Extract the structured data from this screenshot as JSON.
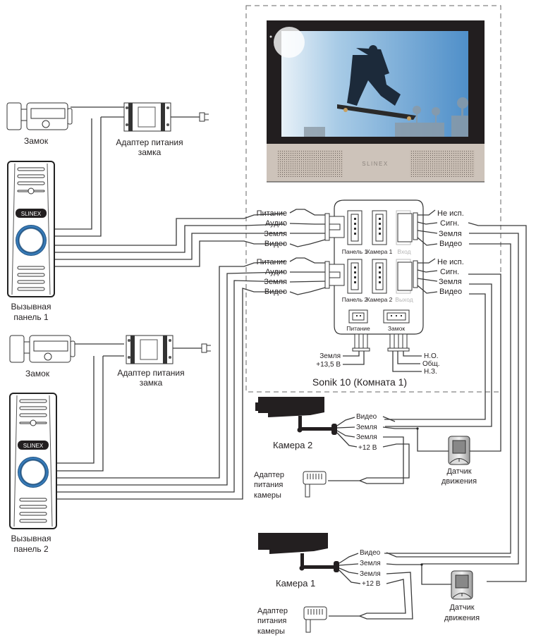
{
  "monitor": {
    "brand": "SLINEX",
    "model_caption": "Sonik 10 (Комната 1)"
  },
  "connectors": {
    "panel1": "Панель 1",
    "camera1": "Камера 1",
    "input": "Вход",
    "panel2": "Панель 2",
    "camera2": "Камера 2",
    "output": "Выход",
    "power": "Питание",
    "lock": "Замок"
  },
  "panel_pins_1": [
    "Питание",
    "Аудио",
    "Земля",
    "Видео"
  ],
  "panel_pins_2": [
    "Питание",
    "Аудио",
    "Земля",
    "Видео"
  ],
  "io_pins_1": [
    "Не исп.",
    "Сигн.",
    "Земля",
    "Видео"
  ],
  "io_pins_2": [
    "Не исп.",
    "Сигн.",
    "Земля",
    "Видео"
  ],
  "power_pins": [
    "Земля",
    "+13,5 В"
  ],
  "lock_pins": [
    "Н.О.",
    "Общ.",
    "Н.З."
  ],
  "left_devices": {
    "lock1": "Замок",
    "lock_adapter1": [
      "Адаптер питания",
      "замка"
    ],
    "panel1": [
      "Вызывная",
      "панель 1"
    ],
    "panel_brand": "SLINEX",
    "lock2": "Замок",
    "lock_adapter2": [
      "Адаптер питания",
      "замка"
    ],
    "panel2": [
      "Вызывная",
      "панель 2"
    ]
  },
  "camera2": {
    "name": "Камера 2",
    "pins": [
      "Видео",
      "Земля",
      "Земля",
      "+12 В"
    ],
    "adapter": [
      "Адаптер",
      "питания",
      "камеры"
    ]
  },
  "camera1": {
    "name": "Камера 1",
    "pins": [
      "Видео",
      "Земля",
      "Земля",
      "+12 В"
    ],
    "adapter": [
      "Адаптер",
      "питания",
      "камеры"
    ]
  },
  "sensor1": [
    "Датчик",
    "движения"
  ],
  "sensor2": [
    "Датчик",
    "движения"
  ]
}
